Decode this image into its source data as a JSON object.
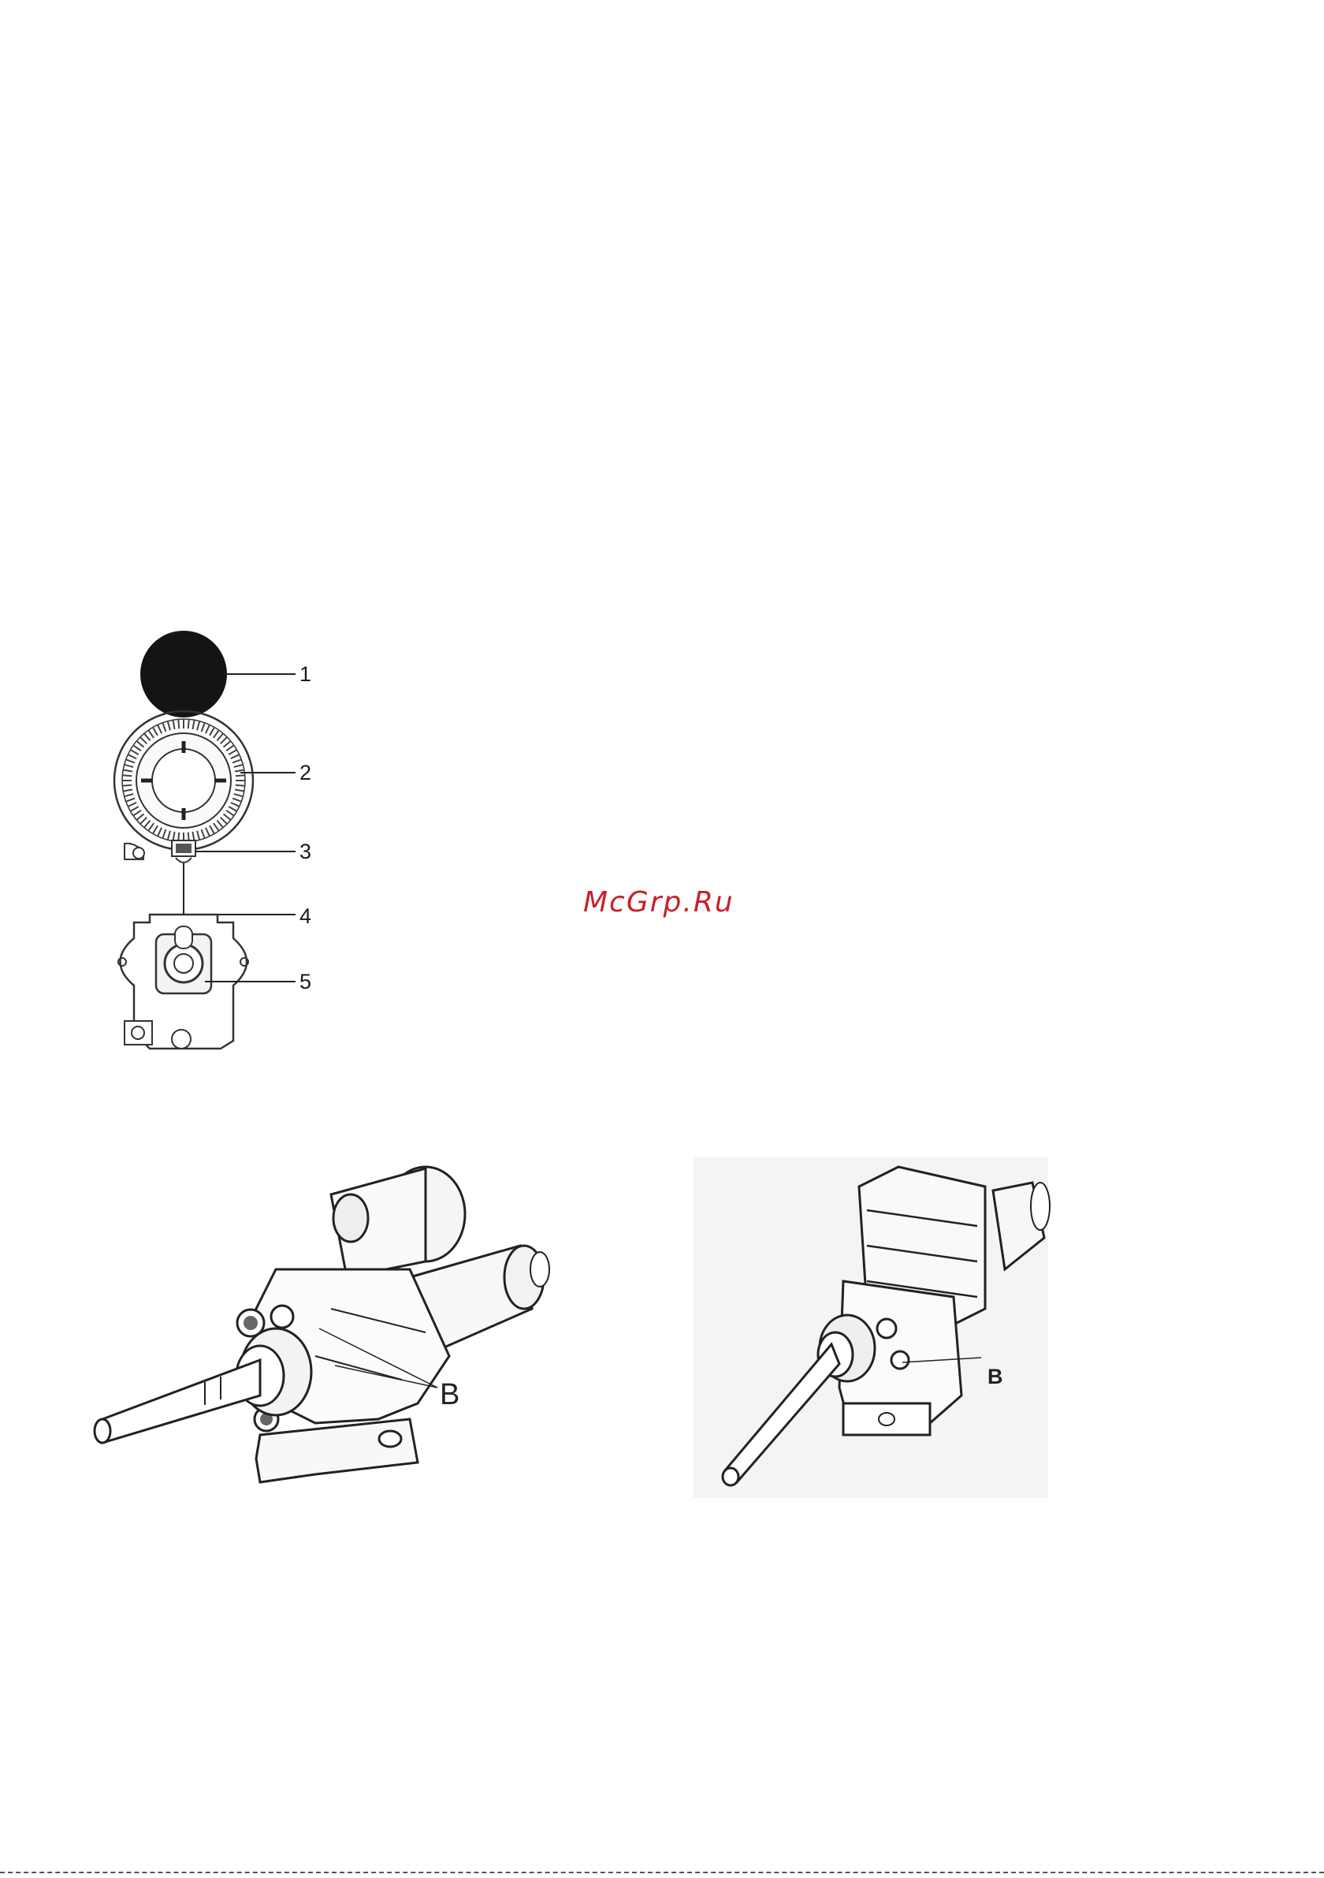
{
  "watermark": "McGrp.Ru",
  "exploded_view": {
    "callouts": [
      "1",
      "2",
      "3",
      "4",
      "5"
    ]
  },
  "figure_left": {
    "label": "B"
  },
  "figure_right": {
    "label": "B"
  },
  "icons": [
    "knob-cap",
    "graduated-dial",
    "dial-clip",
    "dial-spring",
    "valve-flange"
  ]
}
